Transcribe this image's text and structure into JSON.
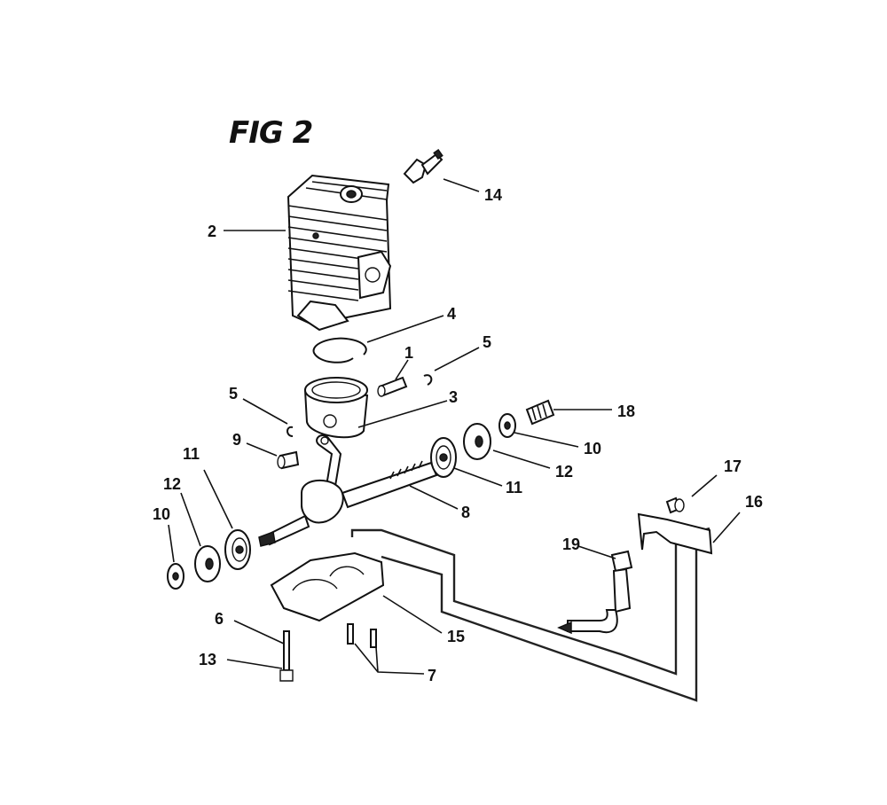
{
  "figure": {
    "title": "FIG 2"
  },
  "callouts": {
    "c1": "1",
    "c2": "2",
    "c3": "3",
    "c4": "4",
    "c5a": "5",
    "c5b": "5",
    "c6": "6",
    "c7": "7",
    "c8": "8",
    "c9": "9",
    "c10a": "10",
    "c10b": "10",
    "c11a": "11",
    "c11b": "11",
    "c12a": "12",
    "c12b": "12",
    "c13": "13",
    "c14": "14",
    "c15": "15",
    "c16": "16",
    "c17": "17",
    "c18": "18",
    "c19": "19"
  }
}
